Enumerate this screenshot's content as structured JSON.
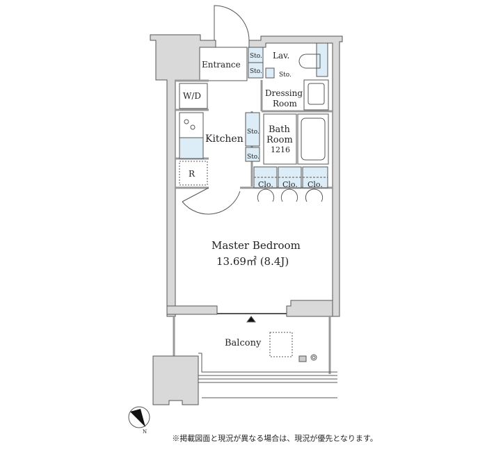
{
  "rooms": {
    "entrance": "Entrance",
    "lavatory": "Lav.",
    "storage": "Sto.",
    "dressing_room": [
      "Dressing",
      "Room"
    ],
    "washer_dryer": "W/D",
    "kitchen": "Kitchen",
    "bath_room": [
      "Bath",
      "Room",
      "1216"
    ],
    "refrigerator": "R",
    "closet": "Clo.",
    "master_bedroom": "Master Bedroom",
    "master_bedroom_area": "13.69㎡  (8.4J)",
    "balcony": "Balcony"
  },
  "compass": {
    "label": "N"
  },
  "footnote": "※掲載図面と現況が異なる場合は、現況が優先となります。",
  "colors": {
    "wall": "#d9d9d9",
    "storage_fill": "#dcedf7",
    "line": "#555555"
  }
}
